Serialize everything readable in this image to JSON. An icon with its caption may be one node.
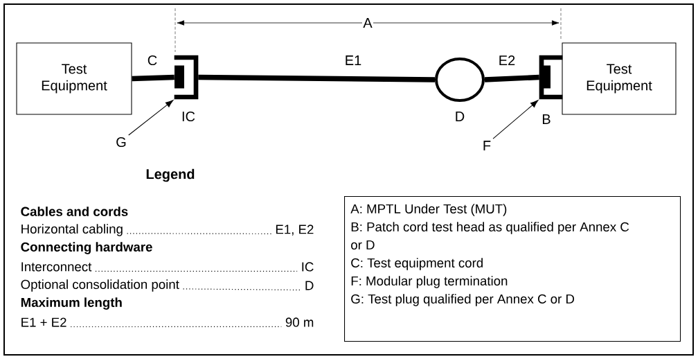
{
  "diagram": {
    "nodes": [
      {
        "text": [
          "Test Equipment"
        ]
      },
      {
        "text": [
          "Test Equipment"
        ]
      },
      {
        "text": [],
        "shape": "box",
        "beside": [
          "IC"
        ]
      },
      {
        "text": [],
        "shape": "circle",
        "beside": [
          "D"
        ]
      },
      {
        "text": [],
        "shape": "box",
        "beside": [
          "B"
        ]
      },
      {
        "text": [
          "G"
        ]
      },
      {
        "text": [
          "F"
        ]
      },
      {
        "text": [
          "A: MPTL Under Test (MUT)",
          "B: Patch cord test head as qualified per Annex C or D",
          "C: Test equipment cord",
          "F: Modular plug termination",
          "G: Test plug qualified per Annex C or D"
        ]
      },
      {
        "text": [
          "Horizontal cabling"
        ]
      },
      {
        "text": [
          "E1, E2"
        ]
      },
      {
        "text": [
          "Interconnect"
        ]
      },
      {
        "text": [
          "IC"
        ]
      },
      {
        "text": [
          "Optional consolidation point"
        ]
      },
      {
        "text": [
          "D"
        ]
      },
      {
        "text": [
          "E1 + E2"
        ]
      },
      {
        "text": [
          "90 m"
        ]
      }
    ],
    "edges": [
      {
        "from": 0,
        "to": 2,
        "arrow": "none",
        "style": "thick",
        "label": "C"
      },
      {
        "from": 2,
        "to": 3,
        "arrow": "none",
        "style": "thick",
        "label": "E1"
      },
      {
        "from": 3,
        "to": 4,
        "arrow": "none",
        "style": "thick",
        "label": "E2"
      },
      {
        "from": 5,
        "to": 2,
        "arrow": "to"
      },
      {
        "from": 6,
        "to": 4,
        "arrow": "to"
      },
      {
        "from": 8,
        "to": 9,
        "arrow": "none",
        "style": "dashed"
      },
      {
        "from": 10,
        "to": 11,
        "arrow": "none",
        "style": "dashed"
      },
      {
        "from": 12,
        "to": 13,
        "arrow": "none",
        "style": "dashed"
      },
      {
        "from": 14,
        "to": 15,
        "arrow": "none",
        "style": "dashed"
      }
    ],
    "labels": [
      "A",
      "Legend",
      "Cables and cords",
      "Connecting hardware",
      "Maximum length"
    ]
  }
}
